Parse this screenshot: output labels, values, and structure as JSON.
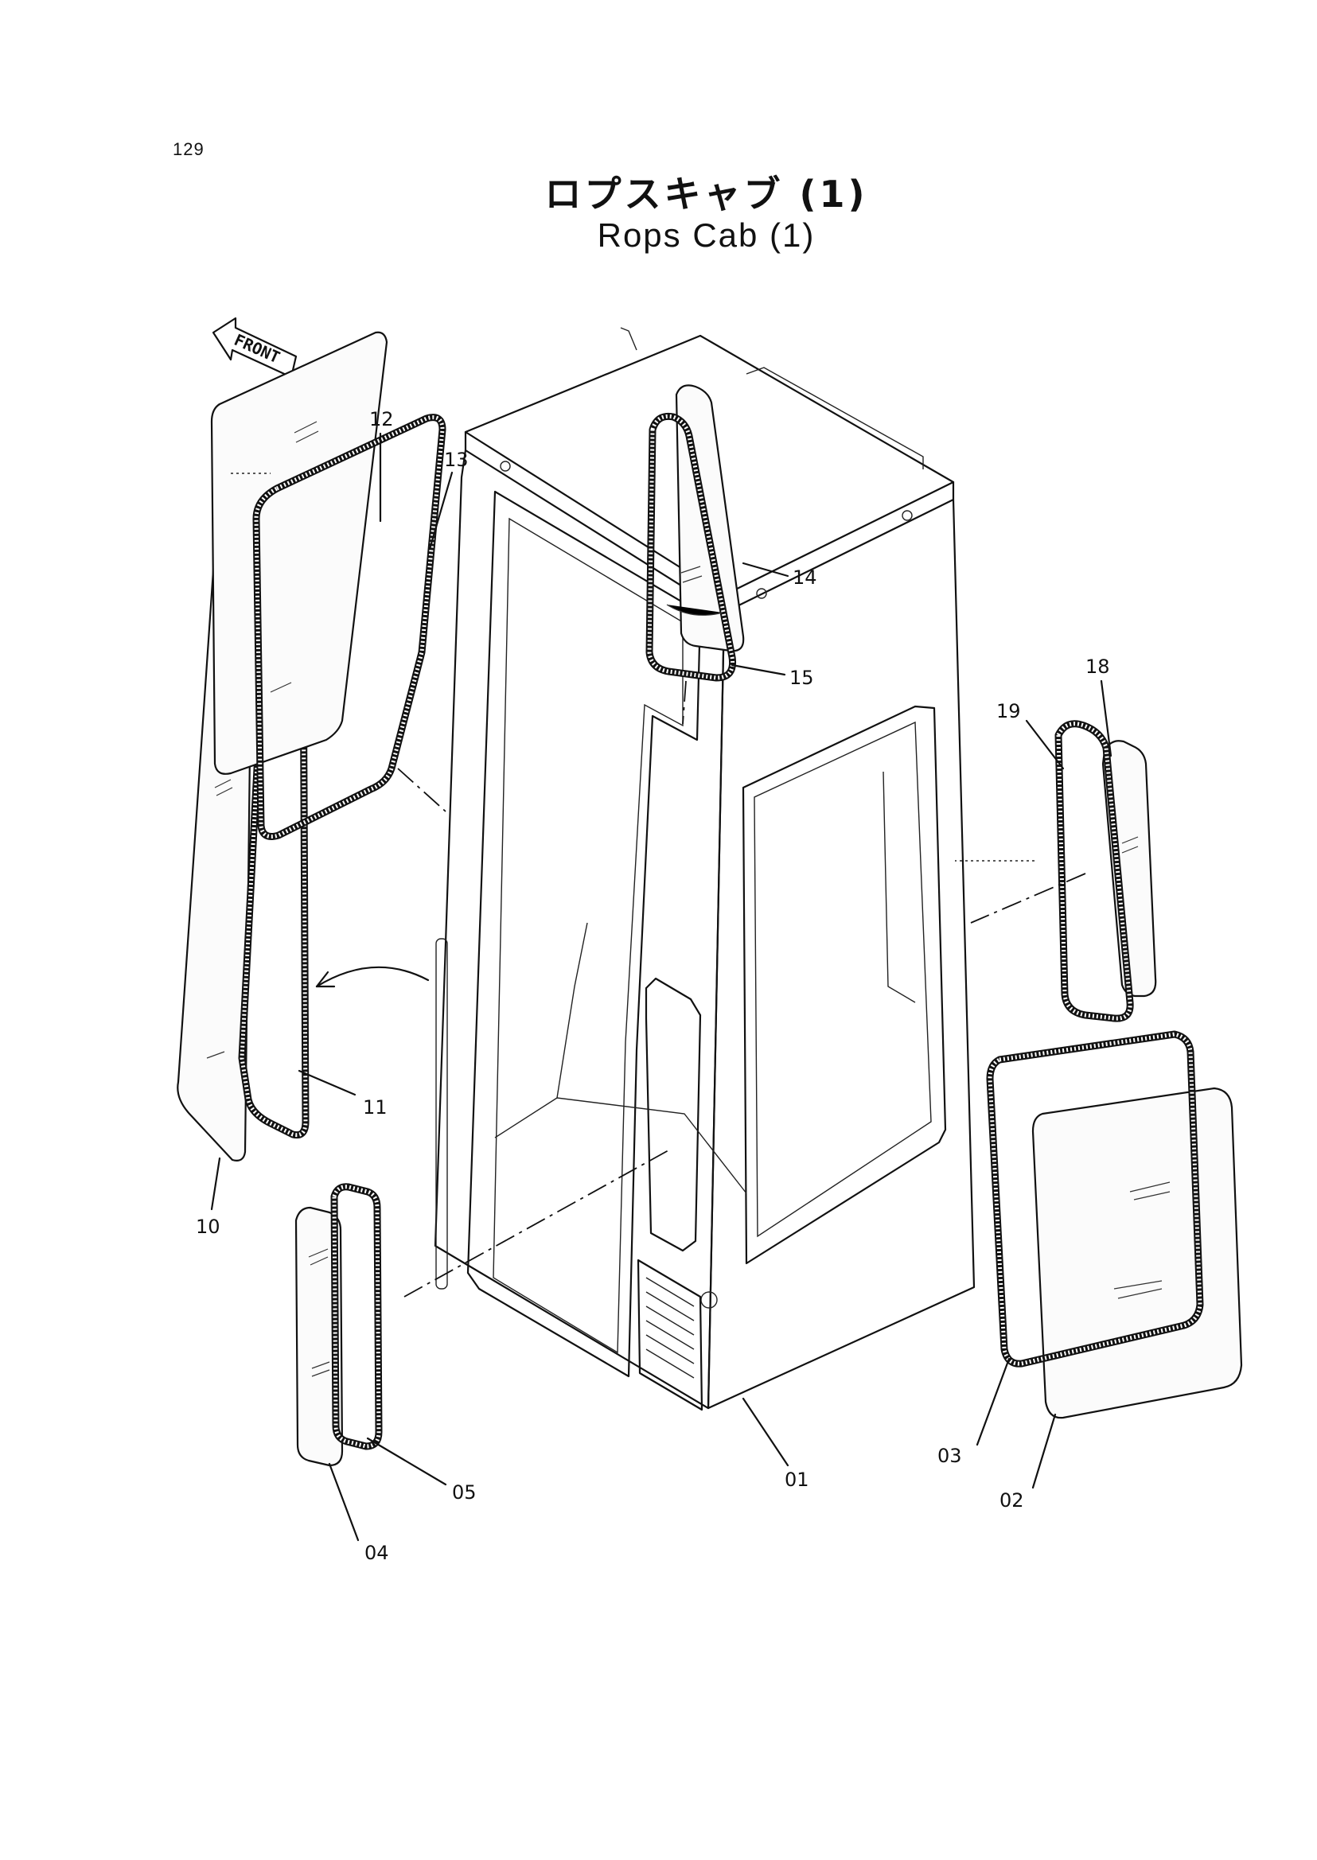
{
  "page_number": "129",
  "title_ja": "ロプスキャブ (1)",
  "title_en": "Rops Cab (1)",
  "front_marker": "FRONT",
  "part_labels": {
    "p01": "01",
    "p02": "02",
    "p03": "03",
    "p04": "04",
    "p05": "05",
    "p10": "10",
    "p11": "11",
    "p12": "12",
    "p13": "13",
    "p14": "14",
    "p15": "15",
    "p18": "18",
    "p19": "19"
  }
}
